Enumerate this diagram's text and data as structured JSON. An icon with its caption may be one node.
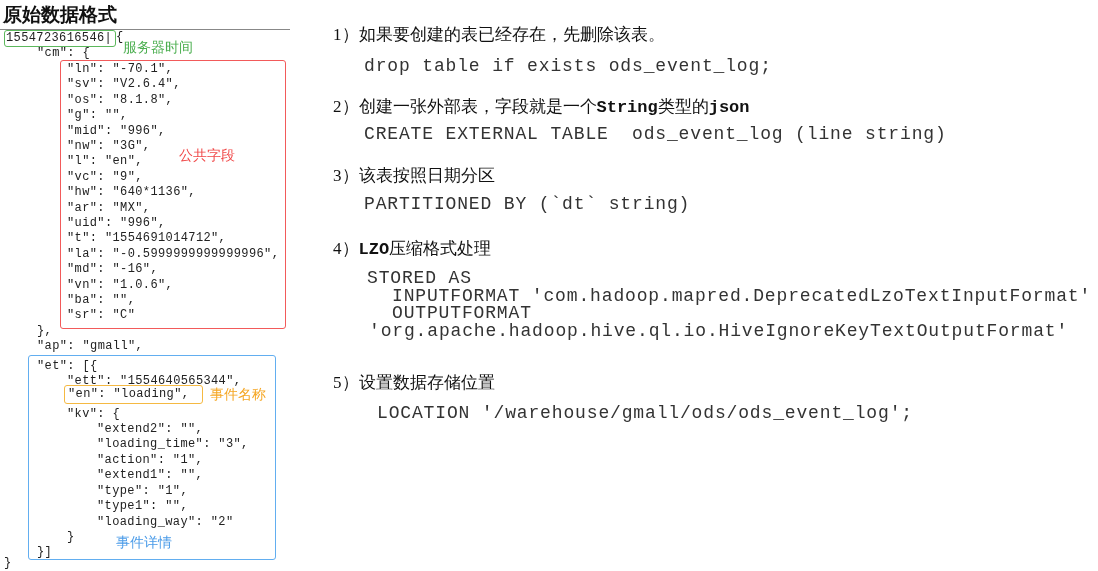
{
  "diagram": {
    "title": "原始数据格式",
    "nodes": [
      {
        "text": [
          "1554723616546|"
        ],
        "beside": [
          "服务器时间"
        ]
      },
      {
        "text": [
          "\"ln\": \"-70.1\",",
          "\"sv\": \"V2.6.4\",",
          "\"os\": \"8.1.8\",",
          "\"g\": \"\",",
          "\"mid\": \"996\",",
          "\"nw\": \"3G\",",
          "\"l\": \"en\",",
          "\"vc\": \"9\",",
          "\"hw\": \"640*1136\",",
          "\"ar\": \"MX\",",
          "\"uid\": \"996\",",
          "\"t\": \"1554691014712\",",
          "\"la\": \"-0.5999999999999996\",",
          "\"md\": \"-16\",",
          "\"vn\": \"1.0.6\",",
          "\"ba\": \"\",",
          "\"sr\": \"C\"",
          "公共字段"
        ]
      },
      {
        "text": [
          "\"et\": [{",
          "\"ett\": \"1554640565344\",",
          "\"kv\": {",
          "\"extend2\": \"\",",
          "\"loading_time\": \"3\",",
          "\"action\": \"1\",",
          "\"extend1\": \"\",",
          "\"type\": \"1\",",
          "\"type1\": \"\",",
          "\"loading_way\": \"2\"",
          "}",
          "}]",
          "事件详情"
        ]
      },
      {
        "text": [
          "\"en\": \"loading\","
        ],
        "in": 2,
        "beside": [
          "事件名称"
        ]
      }
    ],
    "labels": [
      "{",
      "\"cm\": {",
      "},",
      "\"ap\": \"gmall\",",
      "}",
      "1）如果要创建的表已经存在，先删除该表。",
      "drop table if exists ods_event_log;",
      "2）创建一张外部表，字段就是一个**String**类型的**json**",
      "CREATE EXTERNAL TABLE  ods_event_log (line string)",
      "3）该表按照日期分区",
      "PARTITIONED BY (`dt` string)",
      "4）**LZO**压缩格式处理",
      "STORED AS",
      "INPUTFORMAT 'com.hadoop.mapred.DeprecatedLzoTextInputFormat'",
      "OUTPUTFORMAT",
      "'org.apache.hadoop.hive.ql.io.HiveIgnoreKeyTextOutputFormat'",
      "5）设置数据存储位置",
      "LOCATION '/warehouse/gmall/ods/ods_event_log';"
    ]
  }
}
